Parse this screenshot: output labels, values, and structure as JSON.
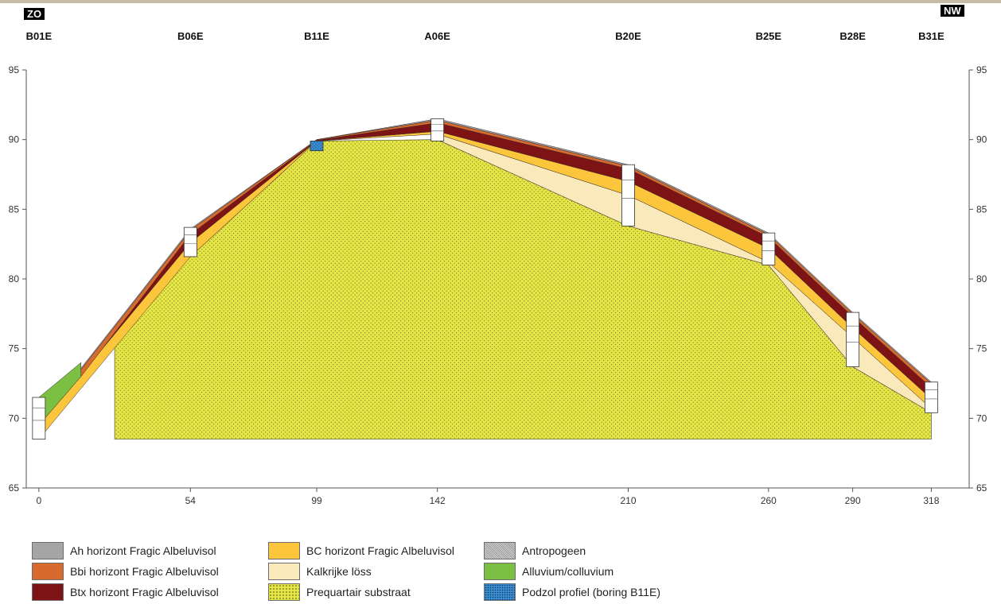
{
  "orientation": {
    "left": "ZO",
    "right": "NW"
  },
  "chart_data": {
    "type": "area",
    "xlabel": "",
    "ylabel": "",
    "ylim": [
      65,
      95
    ],
    "yticks": [
      65,
      70,
      75,
      80,
      85,
      90,
      95
    ],
    "xlim": [
      0,
      318
    ],
    "xticks": [
      {
        "x": 0,
        "label": "0"
      },
      {
        "x": 54,
        "label": "54"
      },
      {
        "x": 99,
        "label": "99"
      },
      {
        "x": 142,
        "label": "142"
      },
      {
        "x": 210,
        "label": "210"
      },
      {
        "x": 260,
        "label": "260"
      },
      {
        "x": 290,
        "label": "290"
      },
      {
        "x": 318,
        "label": "318"
      }
    ],
    "boreholes": [
      {
        "name": "B01E",
        "x": 0,
        "top": 71.5,
        "bottom": 68.5
      },
      {
        "name": "B06E",
        "x": 54,
        "top": 83.7,
        "bottom": 81.6
      },
      {
        "name": "B11E",
        "x": 99,
        "top": 89.9,
        "bottom": 89.2
      },
      {
        "name": "A06E",
        "x": 142,
        "top": 91.5,
        "bottom": 89.9
      },
      {
        "name": "B20E",
        "x": 210,
        "top": 88.2,
        "bottom": 83.8
      },
      {
        "name": "B25E",
        "x": 260,
        "top": 83.3,
        "bottom": 81.0
      },
      {
        "name": "B28E",
        "x": 290,
        "top": 77.6,
        "bottom": 73.7
      },
      {
        "name": "B31E",
        "x": 318,
        "top": 72.6,
        "bottom": 70.4
      }
    ],
    "layers": [
      {
        "key": "prequartair",
        "label": "Prequartair substraat",
        "color": "#e5e646",
        "top": [
          [
            27,
            75.5
          ],
          [
            54,
            81.6
          ],
          [
            99,
            89.9
          ],
          [
            142,
            90.0
          ],
          [
            210,
            83.8
          ],
          [
            260,
            81.0
          ],
          [
            290,
            73.7
          ],
          [
            318,
            70.4
          ]
        ],
        "bottom_level": 68.5,
        "bottom_x": [
          27,
          318
        ]
      },
      {
        "key": "kalkrijke_loss",
        "label": "Kalkrijke löss",
        "color": "#faeabb",
        "top": [
          [
            142,
            90.4
          ],
          [
            210,
            86.0
          ],
          [
            260,
            81.2
          ],
          [
            290,
            75.8
          ],
          [
            318,
            70.7
          ]
        ]
      },
      {
        "key": "bc",
        "label": "BC horizont Fragic Albeluvisol",
        "color": "#fbc63c",
        "top": [
          [
            0,
            69.5
          ],
          [
            54,
            82.6
          ],
          [
            99,
            89.9
          ],
          [
            142,
            90.6
          ],
          [
            210,
            87.0
          ],
          [
            260,
            82.2
          ],
          [
            290,
            76.5
          ],
          [
            318,
            71.4
          ]
        ]
      },
      {
        "key": "btx",
        "label": "Btx horizont Fragic Albeluvisol",
        "color": "#7d1315",
        "top": [
          [
            0,
            69.5
          ],
          [
            15,
            73.0
          ],
          [
            54,
            83.2
          ],
          [
            99,
            89.95
          ],
          [
            142,
            91.2
          ],
          [
            210,
            87.9
          ],
          [
            260,
            83.0
          ],
          [
            290,
            77.3
          ],
          [
            318,
            72.2
          ]
        ]
      },
      {
        "key": "bbi",
        "label": "Bbi horizont Fragic Albeluvisol",
        "color": "#d76a2d",
        "top": [
          [
            15,
            73.5
          ],
          [
            54,
            83.5
          ],
          [
            99,
            90.0
          ],
          [
            142,
            91.4
          ],
          [
            210,
            88.1
          ],
          [
            260,
            83.2
          ],
          [
            290,
            77.5
          ],
          [
            318,
            72.5
          ]
        ]
      },
      {
        "key": "ah",
        "label": "Ah horizont Fragic Albeluvisol",
        "color": "#a5a5a5",
        "top": [
          [
            15,
            73.6
          ],
          [
            54,
            83.6
          ],
          [
            99,
            90.0
          ],
          [
            142,
            91.5
          ],
          [
            210,
            88.2
          ],
          [
            260,
            83.3
          ],
          [
            290,
            77.6
          ],
          [
            318,
            72.6
          ]
        ]
      },
      {
        "key": "alluvium",
        "label": "Alluvium/colluvium",
        "color": "#7bc043",
        "top": [
          [
            0,
            71.5
          ],
          [
            15,
            74.0
          ]
        ]
      }
    ]
  },
  "legend": [
    {
      "label": "Ah horizont Fragic Albeluvisol",
      "color": "#a5a5a5",
      "pattern": "solid"
    },
    {
      "label": "Bbi horizont Fragic Albeluvisol",
      "color": "#d76a2d",
      "pattern": "solid"
    },
    {
      "label": "Btx horizont Fragic Albeluvisol",
      "color": "#7d1315",
      "pattern": "solid"
    },
    {
      "label": "BC horizont Fragic Albeluvisol",
      "color": "#fbc63c",
      "pattern": "solid"
    },
    {
      "label": "Kalkrijke löss",
      "color": "#faeabb",
      "pattern": "solid"
    },
    {
      "label": "Prequartair substraat",
      "color": "#e5e646",
      "pattern": "dots"
    },
    {
      "label": "Antropogeen",
      "color": "#cfcfcf",
      "pattern": "hatch"
    },
    {
      "label": "Alluvium/colluvium",
      "color": "#7bc043",
      "pattern": "solid"
    },
    {
      "label": "Podzol profiel (boring B11E)",
      "color": "#3c8fd0",
      "pattern": "bluedots"
    }
  ]
}
